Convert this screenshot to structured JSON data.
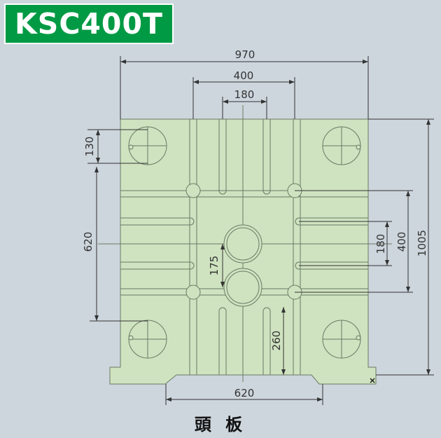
{
  "title": "KSC400T",
  "caption": "頭 板",
  "colors": {
    "badge": "#009a44",
    "plate": "#cfe3c0",
    "background": "#cdd6dd"
  },
  "dimensions": {
    "overall_width": "970",
    "inner_width": "400",
    "center_width": "180",
    "bottom_width": "620",
    "left_hole_offset": "130",
    "left_hole_spacing": "620",
    "center_bore_spacing": "175",
    "right_inner": "180",
    "right_mid": "400",
    "overall_height": "1005",
    "slot_length": "260"
  }
}
